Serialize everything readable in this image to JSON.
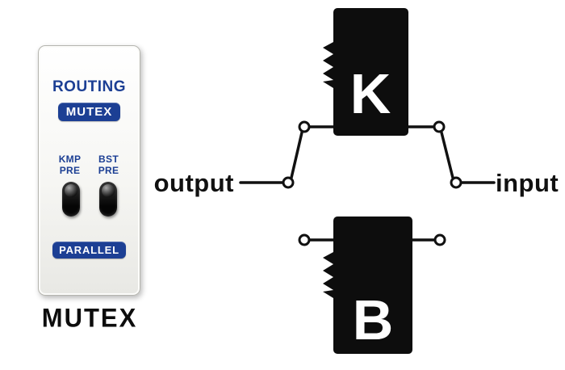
{
  "colors": {
    "accent_blue": "#1c3f94",
    "ink": "#111111"
  },
  "panel": {
    "routing_label": "ROUTING",
    "mutex_badge": "MUTEX",
    "switches": [
      {
        "line1": "KMP",
        "line2": "PRE"
      },
      {
        "line1": "BST",
        "line2": "PRE"
      }
    ],
    "parallel_badge": "PARALLEL",
    "caption": "MUTEX"
  },
  "diagram": {
    "output_label": "output",
    "input_label": "input",
    "pedal_top": "K",
    "pedal_bottom": "B"
  }
}
